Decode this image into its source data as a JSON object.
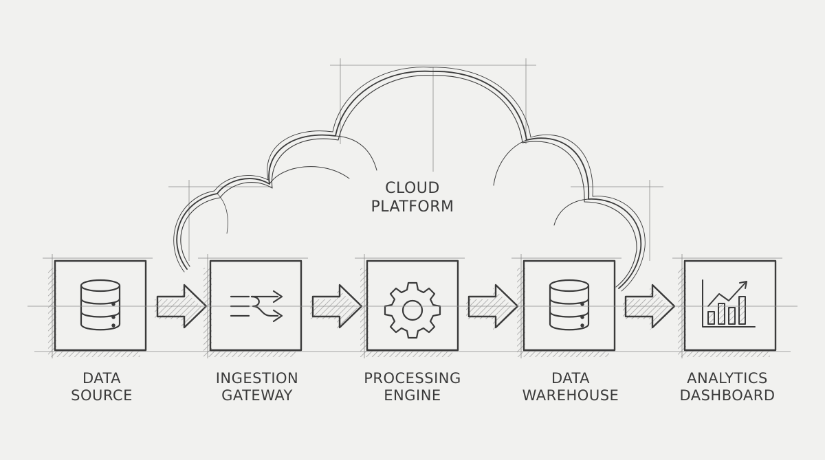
{
  "cloud": {
    "label_line1": "CLOUD",
    "label_line2": "PLATFORM"
  },
  "nodes": [
    {
      "id": "data-source",
      "line1": "DATA",
      "line2": "SOURCE",
      "icon": "database-icon"
    },
    {
      "id": "ingestion-gateway",
      "line1": "INGESTION",
      "line2": "GATEWAY",
      "icon": "split-arrows-icon"
    },
    {
      "id": "processing-engine",
      "line1": "PROCESSING",
      "line2": "ENGINE",
      "icon": "gear-icon"
    },
    {
      "id": "data-warehouse",
      "line1": "DATA",
      "line2": "WAREHOUSE",
      "icon": "database-icon"
    },
    {
      "id": "analytics-dashboard",
      "line1": "ANALYTICS",
      "line2": "DASHBOARD",
      "icon": "bar-chart-icon"
    }
  ],
  "edges": [
    {
      "from": "data-source",
      "to": "ingestion-gateway"
    },
    {
      "from": "ingestion-gateway",
      "to": "processing-engine"
    },
    {
      "from": "processing-engine",
      "to": "data-warehouse"
    },
    {
      "from": "data-warehouse",
      "to": "analytics-dashboard"
    }
  ],
  "colors": {
    "background": "#f1f1ef",
    "ink": "#3a3a3a",
    "hatch": "#9a9a9a"
  }
}
